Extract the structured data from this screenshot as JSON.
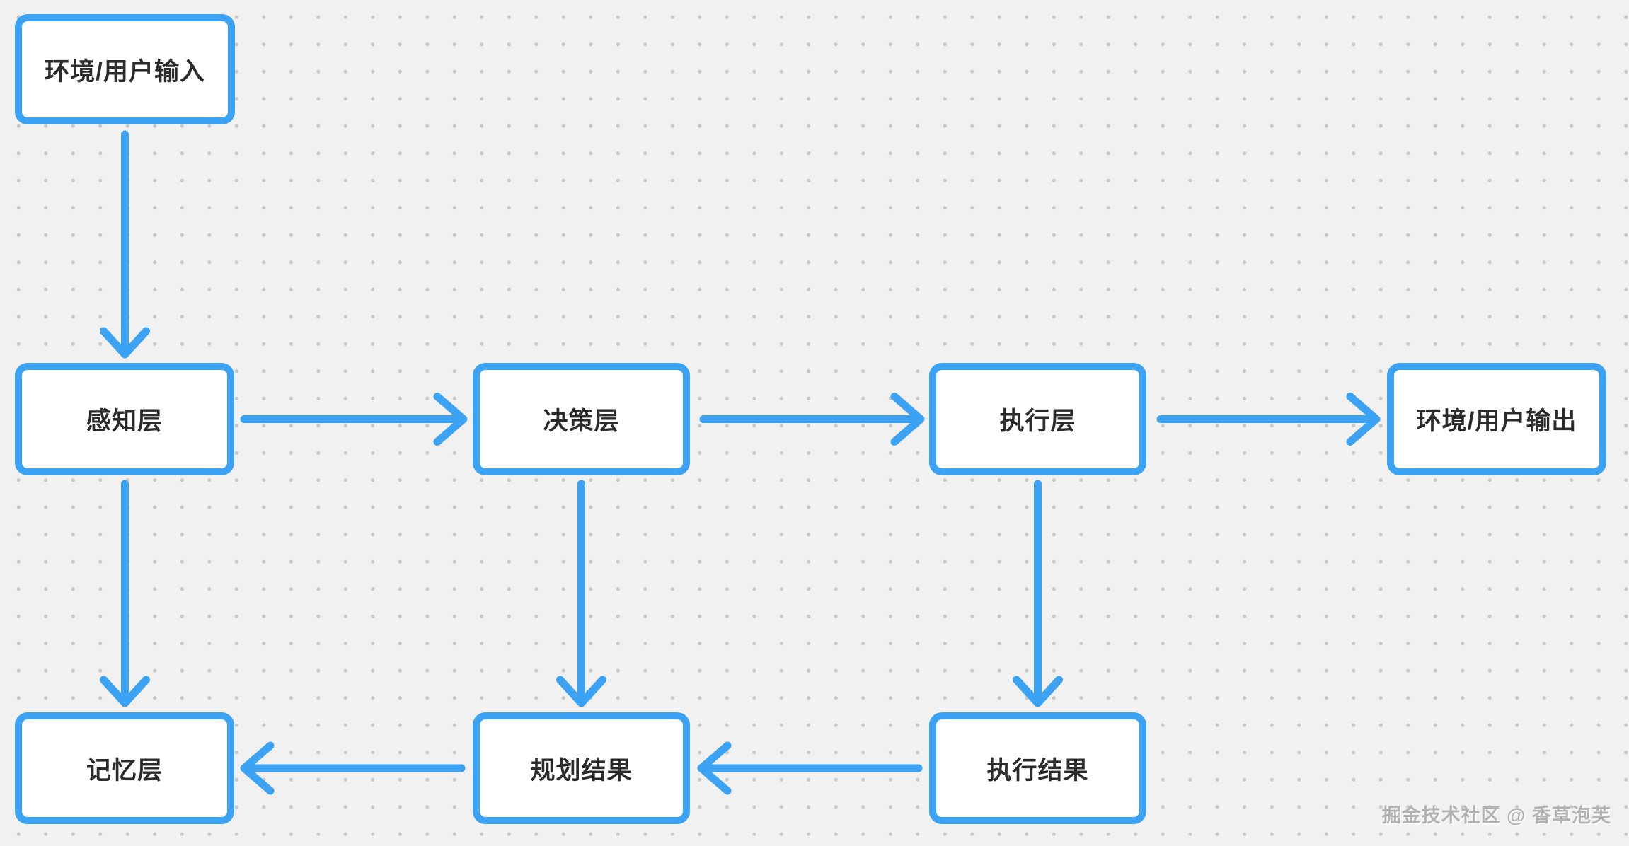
{
  "canvas": {
    "background_color": "#f1f1f2",
    "dot_color": "#c8c8c8",
    "accent_color": "#3BA2F4",
    "node_fill": "#ffffff",
    "node_text_color": "#2b2b2b"
  },
  "diagram": {
    "type": "flowchart",
    "nodes": [
      {
        "id": "env-input",
        "label": "环境/用户输入"
      },
      {
        "id": "perception",
        "label": "感知层"
      },
      {
        "id": "decision",
        "label": "决策层"
      },
      {
        "id": "execution",
        "label": "执行层"
      },
      {
        "id": "env-output",
        "label": "环境/用户输出"
      },
      {
        "id": "memory",
        "label": "记忆层"
      },
      {
        "id": "planning-result",
        "label": "规划结果"
      },
      {
        "id": "execution-result",
        "label": "执行结果"
      }
    ],
    "edges": [
      {
        "from": "env-input",
        "to": "perception",
        "direction": "down"
      },
      {
        "from": "perception",
        "to": "decision",
        "direction": "right"
      },
      {
        "from": "decision",
        "to": "execution",
        "direction": "right"
      },
      {
        "from": "execution",
        "to": "env-output",
        "direction": "right"
      },
      {
        "from": "perception",
        "to": "memory",
        "direction": "down"
      },
      {
        "from": "decision",
        "to": "planning-result",
        "direction": "down"
      },
      {
        "from": "execution",
        "to": "execution-result",
        "direction": "down"
      },
      {
        "from": "execution-result",
        "to": "planning-result",
        "direction": "left"
      },
      {
        "from": "planning-result",
        "to": "memory",
        "direction": "left"
      }
    ]
  },
  "watermark": {
    "text": "掘金技术社区 @ 香草泡芙"
  }
}
